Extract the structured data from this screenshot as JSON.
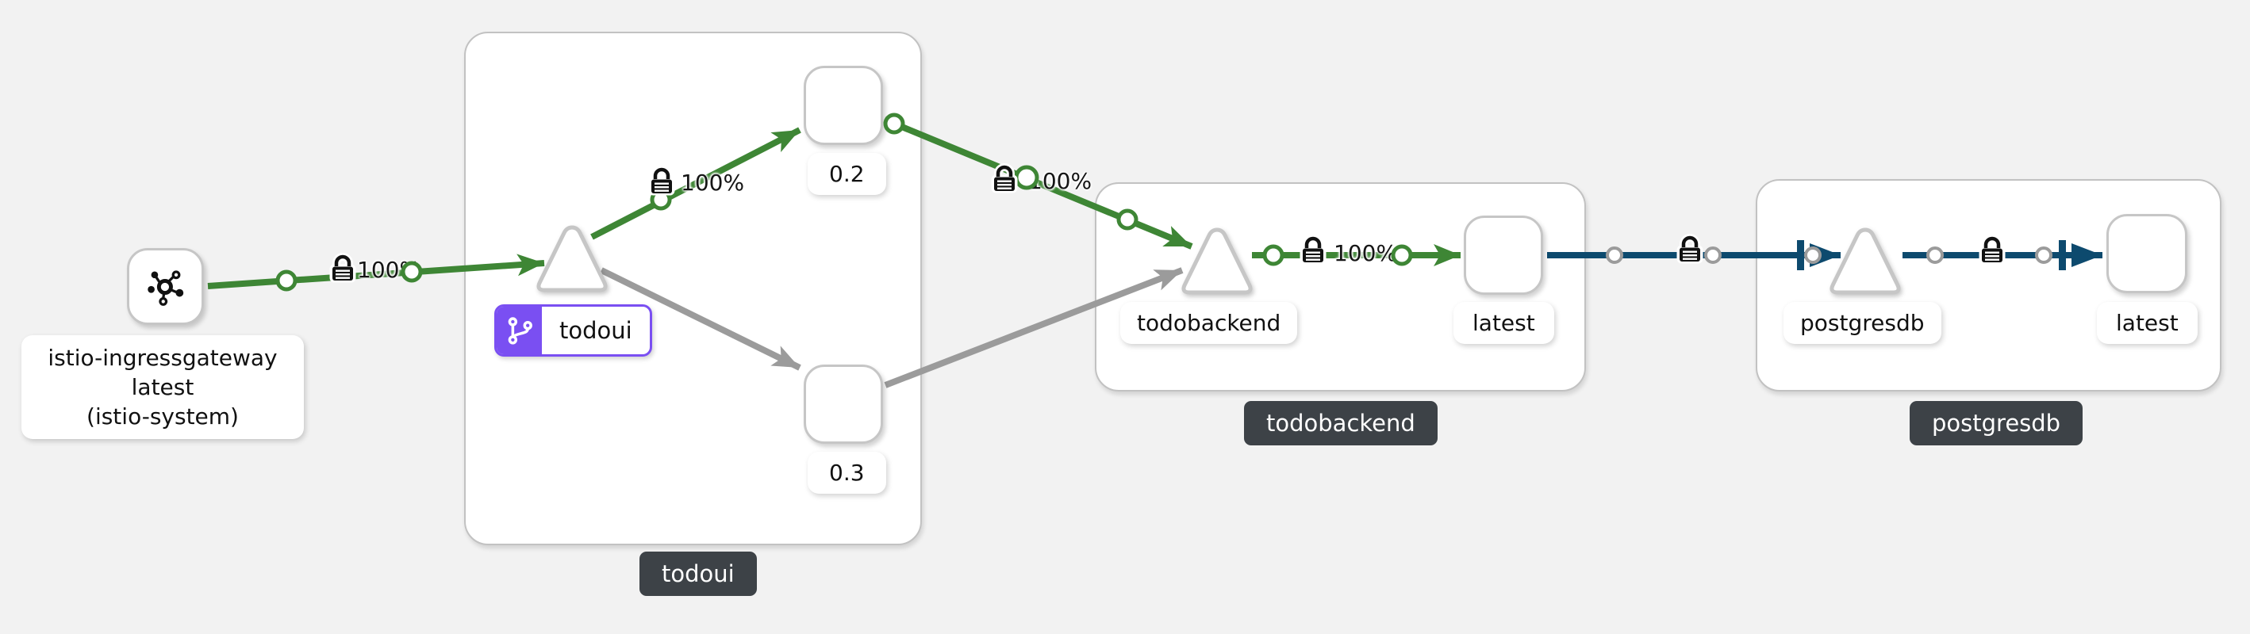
{
  "graph_type": "service-mesh-traffic-graph",
  "colors": {
    "background": "#f2f2f2",
    "http_edge_green": "#3E8635",
    "tcp_edge_navy": "#0d4a6e",
    "idle_edge_gray": "#9b9b9b",
    "app_badge_purple": "#7a4ff2",
    "group_badge_dark": "#3d4247"
  },
  "nodes": {
    "ingress_gateway": {
      "line1": "istio-ingressgateway",
      "line2": "latest",
      "line3": "(istio-system)"
    },
    "todoui_app": {
      "label": "todoui"
    },
    "todoui_v02": {
      "label": "0.2"
    },
    "todoui_v03": {
      "label": "0.3"
    },
    "todobackend_app": {
      "label": "todobackend"
    },
    "todobackend_latest": {
      "label": "latest"
    },
    "postgresdb_app": {
      "label": "postgresdb"
    },
    "postgresdb_latest": {
      "label": "latest"
    }
  },
  "groups": {
    "todoui": {
      "badge": "todoui"
    },
    "todobackend": {
      "badge": "todobackend"
    },
    "postgresdb": {
      "badge": "postgresdb"
    }
  },
  "edges": {
    "ingress_to_todoui": {
      "label": "100%",
      "lock_icon": true
    },
    "todoui_to_v02": {
      "label": "100%",
      "lock_icon": true
    },
    "v02_to_todobackend": {
      "label": "100%",
      "lock_icon": true
    },
    "todobackend_to_latest": {
      "label": "100%",
      "lock_icon": true
    },
    "todoui_to_v03": {
      "label": "",
      "lock_icon": false
    },
    "v03_to_todobackend": {
      "label": "",
      "lock_icon": false
    },
    "latest_to_postgresdb": {
      "label": "",
      "lock_icon": true
    },
    "postgresdb_to_latest": {
      "label": "",
      "lock_icon": true
    }
  },
  "icons": {
    "ingress": "mesh-hub-icon",
    "todoui_badge": "code-branch-icon",
    "edge_security": "lock-icon",
    "edge_handle": "edge-midpoint-circle"
  }
}
